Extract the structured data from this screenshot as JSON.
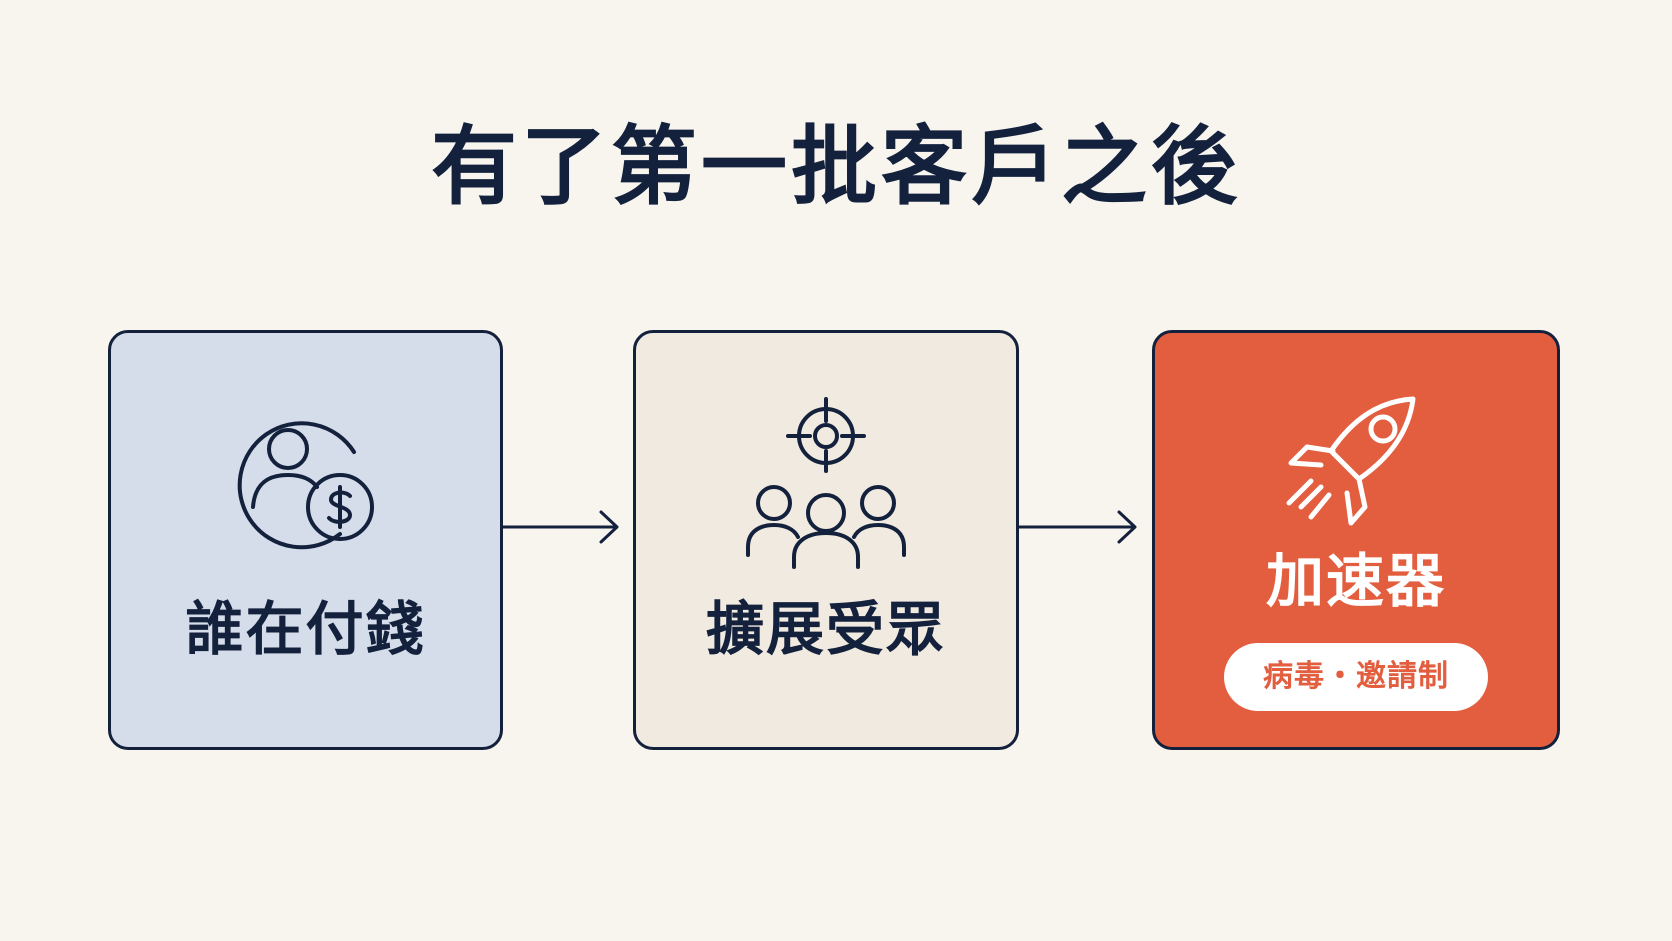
{
  "title": "有了第一批客戶之後",
  "steps": [
    {
      "label": "誰在付錢",
      "icon": "person-dollar-icon"
    },
    {
      "label": "擴展受眾",
      "icon": "target-audience-icon"
    },
    {
      "label": "加速器",
      "icon": "rocket-icon",
      "tag": "病毒・邀請制"
    }
  ],
  "colors": {
    "background": "#f8f5ef",
    "ink": "#14213d",
    "card_1": "#d4dde9",
    "card_2": "#f1eae0",
    "card_3": "#e25e3e",
    "pill_bg": "#ffffff"
  }
}
